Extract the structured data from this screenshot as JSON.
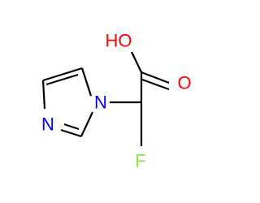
{
  "molecule": {
    "atoms": {
      "hydroxyl": {
        "label": "HO",
        "color": "#ff0000"
      },
      "carbonyl_oxygen": {
        "label": "O",
        "color": "#ff0000"
      },
      "imidazole_n1": {
        "label": "N",
        "color": "#0000ff"
      },
      "imidazole_n3": {
        "label": "N",
        "color": "#0000ff"
      },
      "fluorine": {
        "label": "F",
        "color": "#90e050"
      }
    },
    "bond_color": "#000000"
  }
}
